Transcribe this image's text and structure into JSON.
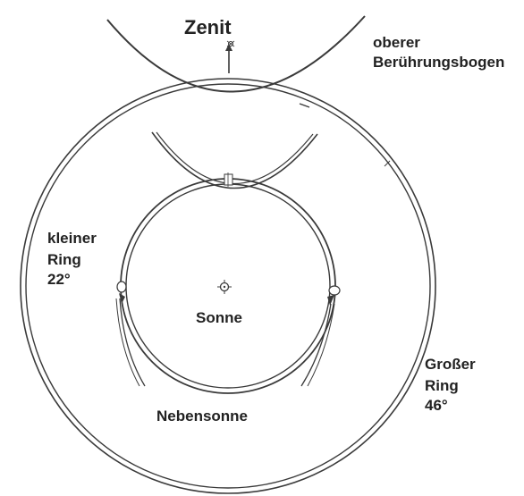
{
  "labels": {
    "zenith": "Zenit",
    "upper_arc_line1": "oberer",
    "upper_arc_line2": "Berührungsbogen",
    "small_ring_line1": "kleiner",
    "small_ring_line2": "Ring",
    "small_ring_line3": "22°",
    "sun": "Sonne",
    "sundog": "Nebensonne",
    "big_ring_line1": "Großer",
    "big_ring_line2": "Ring",
    "big_ring_line3": "46°"
  },
  "colors": {
    "line": "#3a3a3a",
    "text": "#222222",
    "background": "#ffffff"
  },
  "icons": {
    "sun": "sun-icon",
    "zenith_marker": "zenith-marker-icon",
    "sundog_left": "sundog-icon",
    "sundog_right": "sundog-icon"
  }
}
